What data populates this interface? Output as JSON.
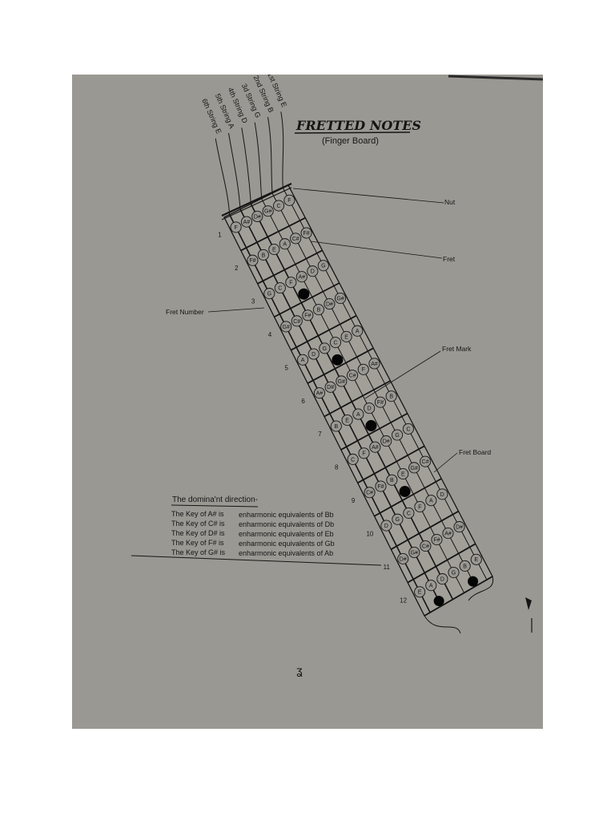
{
  "title": "FRETTED NOTES",
  "subtitle": "(Finger Board)",
  "strings": [
    "1st String E",
    "2nd String B",
    "3d String G",
    "4th String D",
    "5th String A",
    "6th String E"
  ],
  "callouts": {
    "nut": "Nut",
    "fret": "Fret",
    "fret_number": "Fret Number",
    "fret_mark": "Fret Mark",
    "fret_board": "Fret Board"
  },
  "fret_notes": [
    {
      "fret": "1",
      "notes": [
        "F",
        "A#",
        "D#",
        "G#",
        "C",
        "F"
      ]
    },
    {
      "fret": "2",
      "notes": [
        "F#",
        "B",
        "E",
        "A",
        "C#",
        "F#"
      ]
    },
    {
      "fret": "3",
      "notes": [
        "G",
        "C",
        "F",
        "A#",
        "D",
        "G"
      ]
    },
    {
      "fret": "4",
      "notes": [
        "G#",
        "C#",
        "F#",
        "B",
        "D#",
        "G#"
      ]
    },
    {
      "fret": "5",
      "notes": [
        "A",
        "D",
        "G",
        "C",
        "E",
        "A"
      ]
    },
    {
      "fret": "6",
      "notes": [
        "A#",
        "D#",
        "G#",
        "C#",
        "F",
        "A#"
      ]
    },
    {
      "fret": "7",
      "notes": [
        "B",
        "E",
        "A",
        "D",
        "F#",
        "B"
      ]
    },
    {
      "fret": "8",
      "notes": [
        "C",
        "F",
        "A#",
        "D#",
        "G",
        "C"
      ]
    },
    {
      "fret": "9",
      "notes": [
        "C#",
        "F#",
        "B",
        "E",
        "G#",
        "C#"
      ]
    },
    {
      "fret": "10",
      "notes": [
        "D",
        "G",
        "C",
        "F",
        "A",
        "D"
      ]
    },
    {
      "fret": "11",
      "notes": [
        "D#",
        "G#",
        "C#",
        "F#",
        "A#",
        "D#"
      ]
    },
    {
      "fret": "12",
      "notes": [
        "E",
        "A",
        "D",
        "G",
        "B",
        "E"
      ]
    }
  ],
  "fret_marks": [
    3,
    5,
    7,
    9,
    12
  ],
  "key_section": {
    "heading": "The domina'nt direction-",
    "rows": [
      {
        "key": "The Key of A# is",
        "equiv": "enharmonic equivalents of Bb"
      },
      {
        "key": "The Key of C# is",
        "equiv": "enharmonic equivalents of Db"
      },
      {
        "key": "The Key of D# is",
        "equiv": "enharmonic equivalents of Eb"
      },
      {
        "key": "The Key of F# is",
        "equiv": "enharmonic equivalents of Gb"
      },
      {
        "key": "The Key of G# is",
        "equiv": "enharmonic equivalents of Ab"
      }
    ]
  },
  "colors": {
    "paper": "#9a9892",
    "ink": "#151515",
    "page": "#ffffff"
  }
}
